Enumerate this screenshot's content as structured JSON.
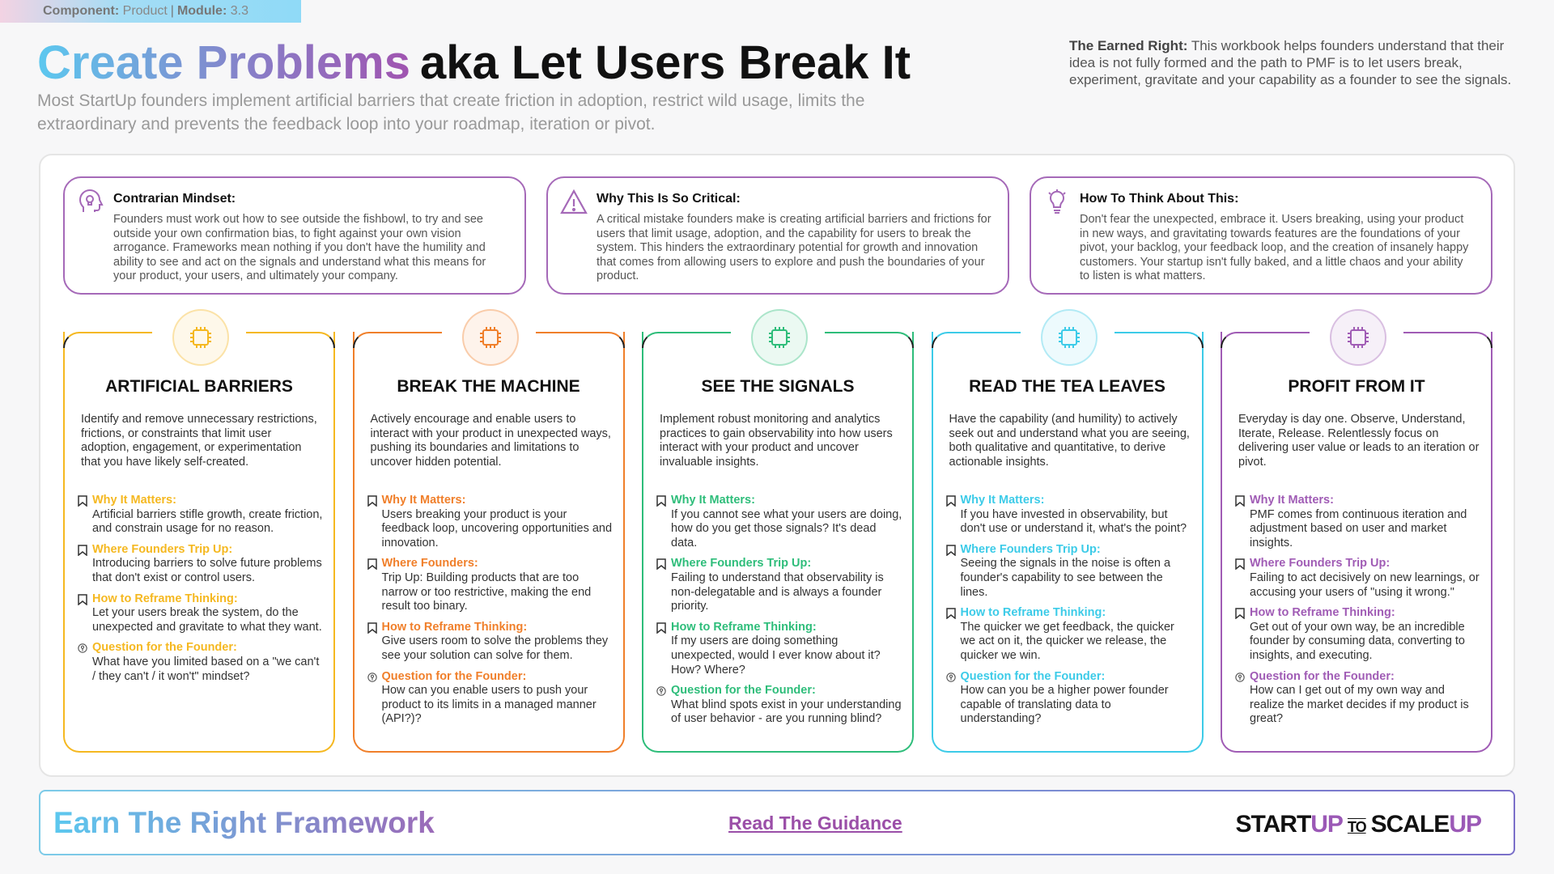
{
  "header": {
    "component_label": "Component:",
    "component_value": "Product",
    "module_label": "Module:",
    "module_value": "3.3",
    "title_highlight": "Create Problems",
    "title_rest": "aka Let Users Break It",
    "subtitle": "Most StartUp founders implement artificial barriers that create friction in adoption, restrict wild usage, limits the extraordinary and prevents the feedback loop into your roadmap, iteration or pivot.",
    "earned_label": "The Earned Right:",
    "earned_text": " This workbook helps founders understand that their idea is not fully formed and the path to PMF is to let users break, experiment, gravitate and your capability as a founder to see the signals."
  },
  "info_boxes": [
    {
      "icon": "head-lightbulb-icon",
      "title": "Contrarian Mindset:",
      "text": "Founders must work out how to see outside the fishbowl, to try and see outside your own confirmation bias, to fight against your own vision arrogance. Frameworks mean nothing if you don't have the humility and ability to see and act on the signals and understand what this means for your product, your users, and ultimately your company."
    },
    {
      "icon": "warning-triangle-icon",
      "title": "Why This Is So Critical:",
      "text": "A critical mistake founders make is creating artificial barriers and frictions for users that limit usage, adoption, and the capability for users to break the system. This hinders the extraordinary potential for growth and innovation that comes from allowing users to explore and push the boundaries of your product."
    },
    {
      "icon": "lightbulb-icon",
      "title": "How To Think About This:",
      "text": "Don't fear the unexpected, embrace it. Users breaking, using your product in new ways, and gravitating towards features are the foundations of your pivot, your backlog, your feedback loop, and the creation of insanely happy customers. Your startup isn't fully baked, and a little chaos and your ability to listen is what matters."
    }
  ],
  "labels": {
    "why": "Why It Matters:",
    "trip": "Where Founders Trip Up:",
    "trip_alt": "Where Founders:",
    "reframe": "How to Reframe Thinking:",
    "question": "Question for the Founder:"
  },
  "columns": [
    {
      "icon": "ai-chip-icon",
      "color": "#f5b820",
      "title": "ARTIFICIAL BARRIERS",
      "desc": "Identify and remove unnecessary restrictions, frictions, or constraints that limit user adoption, engagement, or experimentation that you have likely self-created.",
      "sections": [
        {
          "label": "Why It Matters:",
          "text": "Artificial barriers stifle growth, create friction, and constrain usage for no reason."
        },
        {
          "label": "Where Founders Trip Up:",
          "text": "Introducing barriers to solve future problems that don't exist or control users."
        },
        {
          "label": "How to Reframe Thinking:",
          "text": "Let your users break the system, do the unexpected and gravitate to what they want."
        },
        {
          "label": "Question for the Founder:",
          "text": "What have you limited based on a \"we can't / they can't / it won't\" mindset?"
        }
      ]
    },
    {
      "icon": "gear-brain-icon",
      "color": "#f07f2a",
      "title": "BREAK THE MACHINE",
      "desc": "Actively encourage and enable users to interact with your product in unexpected ways, pushing its boundaries and limitations to uncover hidden potential.",
      "sections": [
        {
          "label": "Why It Matters:",
          "text": "Users breaking your product is your feedback loop, uncovering opportunities and innovation."
        },
        {
          "label": "Where Founders:",
          "text": "Trip Up: Building products that are too narrow or too restrictive, making the end result too binary."
        },
        {
          "label": "How to Reframe Thinking:",
          "text": "Give users room to solve the problems they see your solution can solve for them."
        },
        {
          "label": "Question for the Founder:",
          "text": "How can you enable users to push your product to its limits in a managed manner (API?)?"
        }
      ]
    },
    {
      "icon": "signal-antenna-icon",
      "color": "#2ebd7a",
      "title": "SEE THE SIGNALS",
      "desc": "Implement robust monitoring and analytics practices to gain observability into how users interact with your product and uncover invaluable insights.",
      "sections": [
        {
          "label": "Why It Matters:",
          "text": "If you cannot see what your users are doing, how do you get those signals? It's dead data."
        },
        {
          "label": "Where Founders Trip Up:",
          "text": "Failing to understand that observability is non-delegatable and is always a founder priority."
        },
        {
          "label": "How to Reframe Thinking:",
          "text": "If my users are doing something unexpected, would I ever know about it? How? Where?"
        },
        {
          "label": "Question for the Founder:",
          "text": "What blind spots exist in your understanding of user behavior - are you running blind?"
        }
      ]
    },
    {
      "icon": "leaf-icon",
      "color": "#3ccbe8",
      "title": "READ THE TEA LEAVES",
      "desc": "Have the capability (and humility) to actively seek out and understand what you are seeing, both qualitative and quantitative, to derive actionable insights.",
      "sections": [
        {
          "label": "Why It Matters:",
          "text": "If you have invested in observability, but don't use or understand it, what's the point?"
        },
        {
          "label": "Where Founders Trip Up:",
          "text": "Seeing the signals in the noise is often a founder's capability to see between the lines."
        },
        {
          "label": "How to Reframe Thinking:",
          "text": "The quicker we get feedback, the quicker we act on it, the quicker we release, the quicker we win."
        },
        {
          "label": "Question for the Founder:",
          "text": "How can you be a higher power founder capable of translating data to understanding?"
        }
      ]
    },
    {
      "icon": "house-dollar-icon",
      "color": "#a05cb5",
      "title": "PROFIT FROM IT",
      "desc": "Everyday is day one. Observe, Understand, Iterate, Release. Relentlessly focus on delivering user value or leads to an iteration or pivot.",
      "sections": [
        {
          "label": "Why It Matters:",
          "text": "PMF comes from continuous iteration and adjustment based on user and market insights."
        },
        {
          "label": "Where Founders Trip Up:",
          "text": "Failing to act decisively on new learnings, or accusing your users of \"using it wrong.\""
        },
        {
          "label": "How to Reframe Thinking:",
          "text": "Get out of your own way, be an incredible founder by consuming data, converting to insights, and executing."
        },
        {
          "label": "Question for the Founder:",
          "text": "How can I get out of my own way and realize the market decides if my product is great?"
        }
      ]
    }
  ],
  "footer": {
    "framework": "Earn The Right Framework",
    "link": "Read The Guidance",
    "logo_start": "START",
    "logo_up": "UP",
    "logo_to": "TO",
    "logo_scale": "SCALE",
    "logo_up2": "UP"
  }
}
